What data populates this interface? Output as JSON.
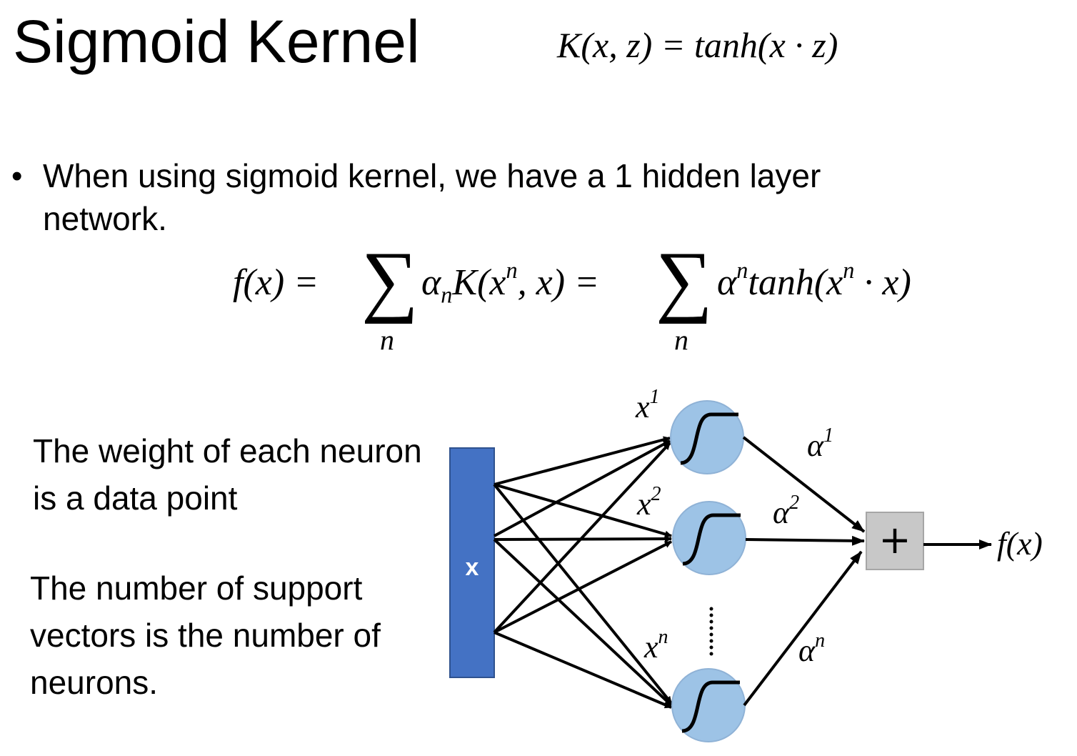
{
  "title": "Sigmoid Kernel",
  "kernel_formula": {
    "text": "K(x, z) = tanh(x · z)"
  },
  "bullet": {
    "text": "When using sigmoid kernel, we have a 1 hidden layer network."
  },
  "equation": {
    "lhs": "f(x) =",
    "sum_symbol": "∑",
    "sum_index": "n",
    "middle_alpha": "α",
    "middle_alpha_sub": "n",
    "middle_rest": "K(x",
    "middle_sup": "n",
    "middle_tail": ", x) =",
    "rhs_alpha": "α",
    "rhs_alpha_sup": "n",
    "rhs_rest": "tanh(x",
    "rhs_sup": "n",
    "rhs_tail": " · x)"
  },
  "notes": {
    "weight": "The weight of each neuron is a data point",
    "support": "The number of support vectors is the number of neurons."
  },
  "diagram": {
    "input_label": "x",
    "neurons": [
      {
        "label": "x",
        "sup": "1"
      },
      {
        "label": "x",
        "sup": "2"
      },
      {
        "label": "x",
        "sup": "n"
      }
    ],
    "weights": [
      {
        "label": "α",
        "sup": "1"
      },
      {
        "label": "α",
        "sup": "2"
      },
      {
        "label": "α",
        "sup": "n"
      }
    ],
    "sum_node": "+",
    "output": "f(x)",
    "colors": {
      "input_fill": "#4472c4",
      "neuron_fill": "#9dc3e6",
      "sum_fill": "#c8c8c8",
      "edge": "#000000"
    }
  }
}
